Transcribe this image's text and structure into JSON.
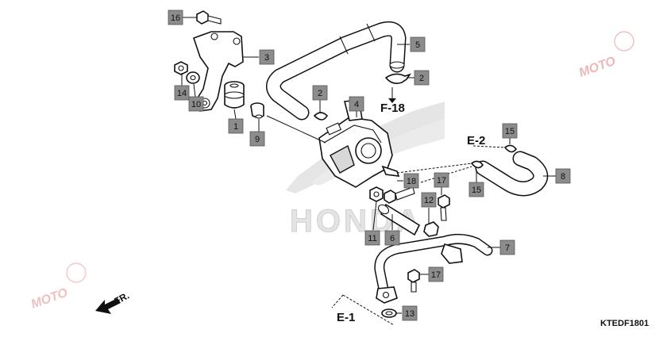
{
  "diagram": {
    "code": "KTEDF1801",
    "direction_label": "FR.",
    "refs": {
      "f18": "F-18",
      "e2": "E-2",
      "e1": "E-1"
    },
    "watermark_brand": "HONDA",
    "logo_text": "MOTO",
    "callouts": [
      {
        "id": "c16a",
        "label": "16"
      },
      {
        "id": "c5",
        "label": "5"
      },
      {
        "id": "c3",
        "label": "3"
      },
      {
        "id": "c2a",
        "label": "2"
      },
      {
        "id": "c14",
        "label": "14"
      },
      {
        "id": "c10",
        "label": "10"
      },
      {
        "id": "c2b",
        "label": "2"
      },
      {
        "id": "c4",
        "label": "4"
      },
      {
        "id": "c1",
        "label": "1"
      },
      {
        "id": "c9",
        "label": "9"
      },
      {
        "id": "c15a",
        "label": "15"
      },
      {
        "id": "c8",
        "label": "8"
      },
      {
        "id": "c18",
        "label": "18"
      },
      {
        "id": "c17a",
        "label": "17"
      },
      {
        "id": "c15b",
        "label": "15"
      },
      {
        "id": "c12",
        "label": "12"
      },
      {
        "id": "c11",
        "label": "11"
      },
      {
        "id": "c6",
        "label": "6"
      },
      {
        "id": "c7",
        "label": "7"
      },
      {
        "id": "c17b",
        "label": "17"
      },
      {
        "id": "c13",
        "label": "13"
      }
    ]
  }
}
